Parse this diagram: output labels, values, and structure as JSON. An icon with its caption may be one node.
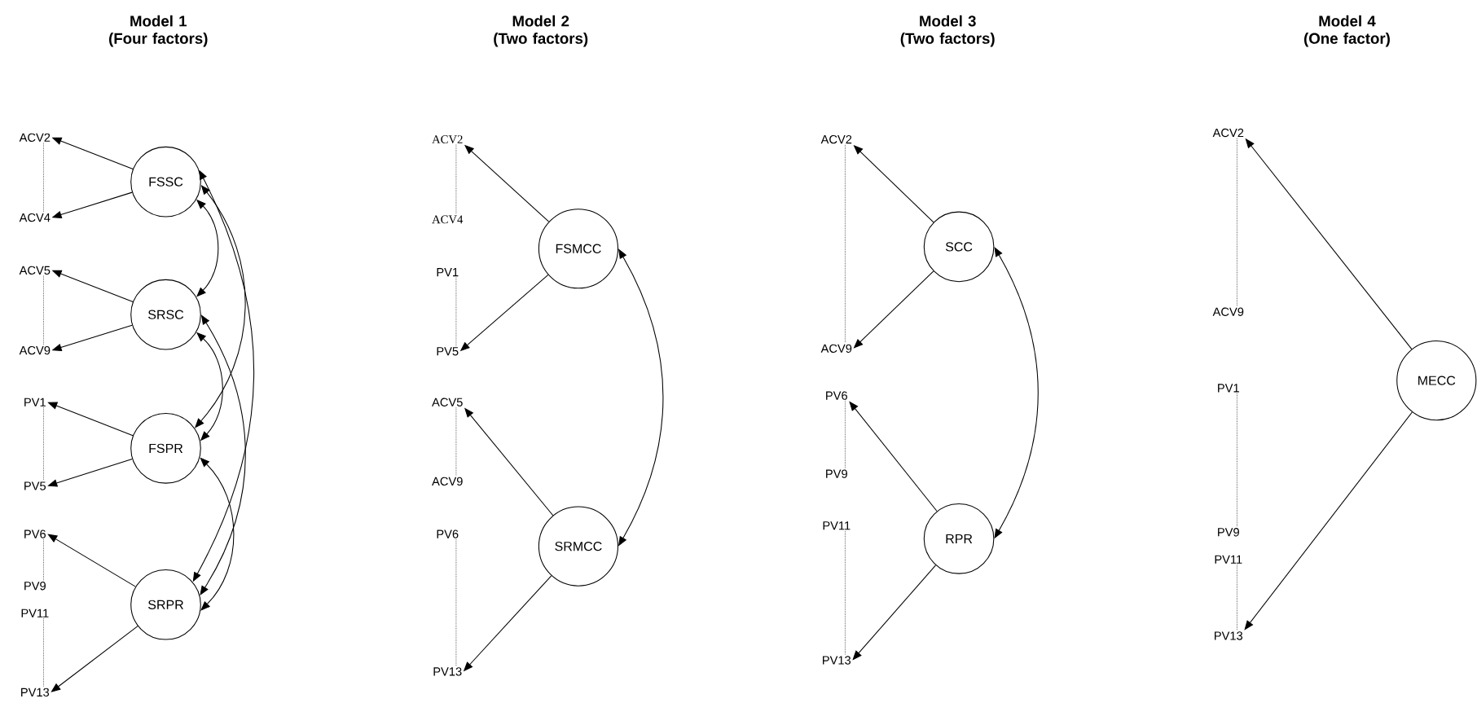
{
  "diagram": {
    "nodes": [
      {
        "text": [
          "ACV2"
        ]
      },
      {
        "text": [
          "ACV4"
        ]
      },
      {
        "text": [
          "ACV5"
        ]
      },
      {
        "text": [
          "ACV9"
        ]
      },
      {
        "text": [
          "PV1"
        ]
      },
      {
        "text": [
          "PV5"
        ]
      },
      {
        "text": [
          "PV6"
        ]
      },
      {
        "text": [
          "PV9"
        ]
      },
      {
        "text": [
          "PV11"
        ]
      },
      {
        "text": [
          "PV13"
        ]
      },
      {
        "text": [
          "FSSC"
        ]
      },
      {
        "text": [
          "SRSC"
        ]
      },
      {
        "text": [
          "FSPR"
        ]
      },
      {
        "text": [
          "SRPR"
        ]
      },
      {
        "text": [
          "ACV2"
        ]
      },
      {
        "text": [
          "ACV4"
        ]
      },
      {
        "text": [
          "PV1"
        ]
      },
      {
        "text": [
          "PV5"
        ]
      },
      {
        "text": [
          "ACV5"
        ]
      },
      {
        "text": [
          "ACV9"
        ]
      },
      {
        "text": [
          "PV6"
        ]
      },
      {
        "text": [
          "PV13"
        ]
      },
      {
        "text": [
          "FSMCC"
        ]
      },
      {
        "text": [
          "SRMCC"
        ]
      },
      {
        "text": [
          "ACV2"
        ]
      },
      {
        "text": [
          "ACV9"
        ]
      },
      {
        "text": [
          "PV6"
        ]
      },
      {
        "text": [
          "PV9"
        ]
      },
      {
        "text": [
          "PV11"
        ]
      },
      {
        "text": [
          "PV13"
        ]
      },
      {
        "text": [
          "SCC"
        ]
      },
      {
        "text": [
          "RPR"
        ]
      },
      {
        "text": [
          "ACV2"
        ]
      },
      {
        "text": [
          "ACV9"
        ]
      },
      {
        "text": [
          "PV1"
        ]
      },
      {
        "text": [
          "PV9"
        ]
      },
      {
        "text": [
          "PV11"
        ]
      },
      {
        "text": [
          "PV13"
        ]
      },
      {
        "text": [
          "MECC"
        ]
      }
    ],
    "edges": [
      {
        "from": 10,
        "to": 0,
        "arrow": "to"
      },
      {
        "from": 10,
        "to": 1,
        "arrow": "to"
      },
      {
        "from": 11,
        "to": 2,
        "arrow": "to"
      },
      {
        "from": 11,
        "to": 3,
        "arrow": "to"
      },
      {
        "from": 12,
        "to": 4,
        "arrow": "to"
      },
      {
        "from": 12,
        "to": 5,
        "arrow": "to"
      },
      {
        "from": 13,
        "to": 6,
        "arrow": "to"
      },
      {
        "from": 13,
        "to": 9,
        "arrow": "to"
      },
      {
        "from": 10,
        "to": 11,
        "arrow": "both"
      },
      {
        "from": 10,
        "to": 12,
        "arrow": "both"
      },
      {
        "from": 10,
        "to": 13,
        "arrow": "both"
      },
      {
        "from": 11,
        "to": 12,
        "arrow": "both"
      },
      {
        "from": 11,
        "to": 13,
        "arrow": "both"
      },
      {
        "from": 12,
        "to": 13,
        "arrow": "both"
      },
      {
        "from": 22,
        "to": 14,
        "arrow": "to"
      },
      {
        "from": 22,
        "to": 17,
        "arrow": "to"
      },
      {
        "from": 23,
        "to": 18,
        "arrow": "to"
      },
      {
        "from": 23,
        "to": 21,
        "arrow": "to"
      },
      {
        "from": 22,
        "to": 23,
        "arrow": "both"
      },
      {
        "from": 30,
        "to": 24,
        "arrow": "to"
      },
      {
        "from": 30,
        "to": 25,
        "arrow": "to"
      },
      {
        "from": 31,
        "to": 26,
        "arrow": "to"
      },
      {
        "from": 31,
        "to": 29,
        "arrow": "to"
      },
      {
        "from": 30,
        "to": 31,
        "arrow": "both"
      },
      {
        "from": 38,
        "to": 32,
        "arrow": "to"
      },
      {
        "from": 38,
        "to": 37,
        "arrow": "to"
      },
      {
        "from": 0,
        "to": 1,
        "arrow": "none",
        "style": "dashed"
      },
      {
        "from": 2,
        "to": 3,
        "arrow": "none",
        "style": "dashed"
      },
      {
        "from": 4,
        "to": 5,
        "arrow": "none",
        "style": "dashed"
      },
      {
        "from": 6,
        "to": 7,
        "arrow": "none",
        "style": "dashed"
      },
      {
        "from": 8,
        "to": 9,
        "arrow": "none",
        "style": "dashed"
      },
      {
        "from": 14,
        "to": 15,
        "arrow": "none",
        "style": "dashed"
      },
      {
        "from": 16,
        "to": 17,
        "arrow": "none",
        "style": "dashed"
      },
      {
        "from": 18,
        "to": 19,
        "arrow": "none",
        "style": "dashed"
      },
      {
        "from": 20,
        "to": 21,
        "arrow": "none",
        "style": "dashed"
      },
      {
        "from": 24,
        "to": 25,
        "arrow": "none",
        "style": "dashed"
      },
      {
        "from": 26,
        "to": 27,
        "arrow": "none",
        "style": "dashed"
      },
      {
        "from": 28,
        "to": 29,
        "arrow": "none",
        "style": "dashed"
      },
      {
        "from": 32,
        "to": 33,
        "arrow": "none",
        "style": "dashed"
      },
      {
        "from": 34,
        "to": 35,
        "arrow": "none",
        "style": "dashed"
      },
      {
        "from": 36,
        "to": 37,
        "arrow": "none",
        "style": "dashed"
      }
    ],
    "labels": [
      "Model 1 (Four factors)",
      "Model 2 (Two factors)",
      "Model 3 (Two factors)",
      "Model 4 (One factor)"
    ]
  }
}
